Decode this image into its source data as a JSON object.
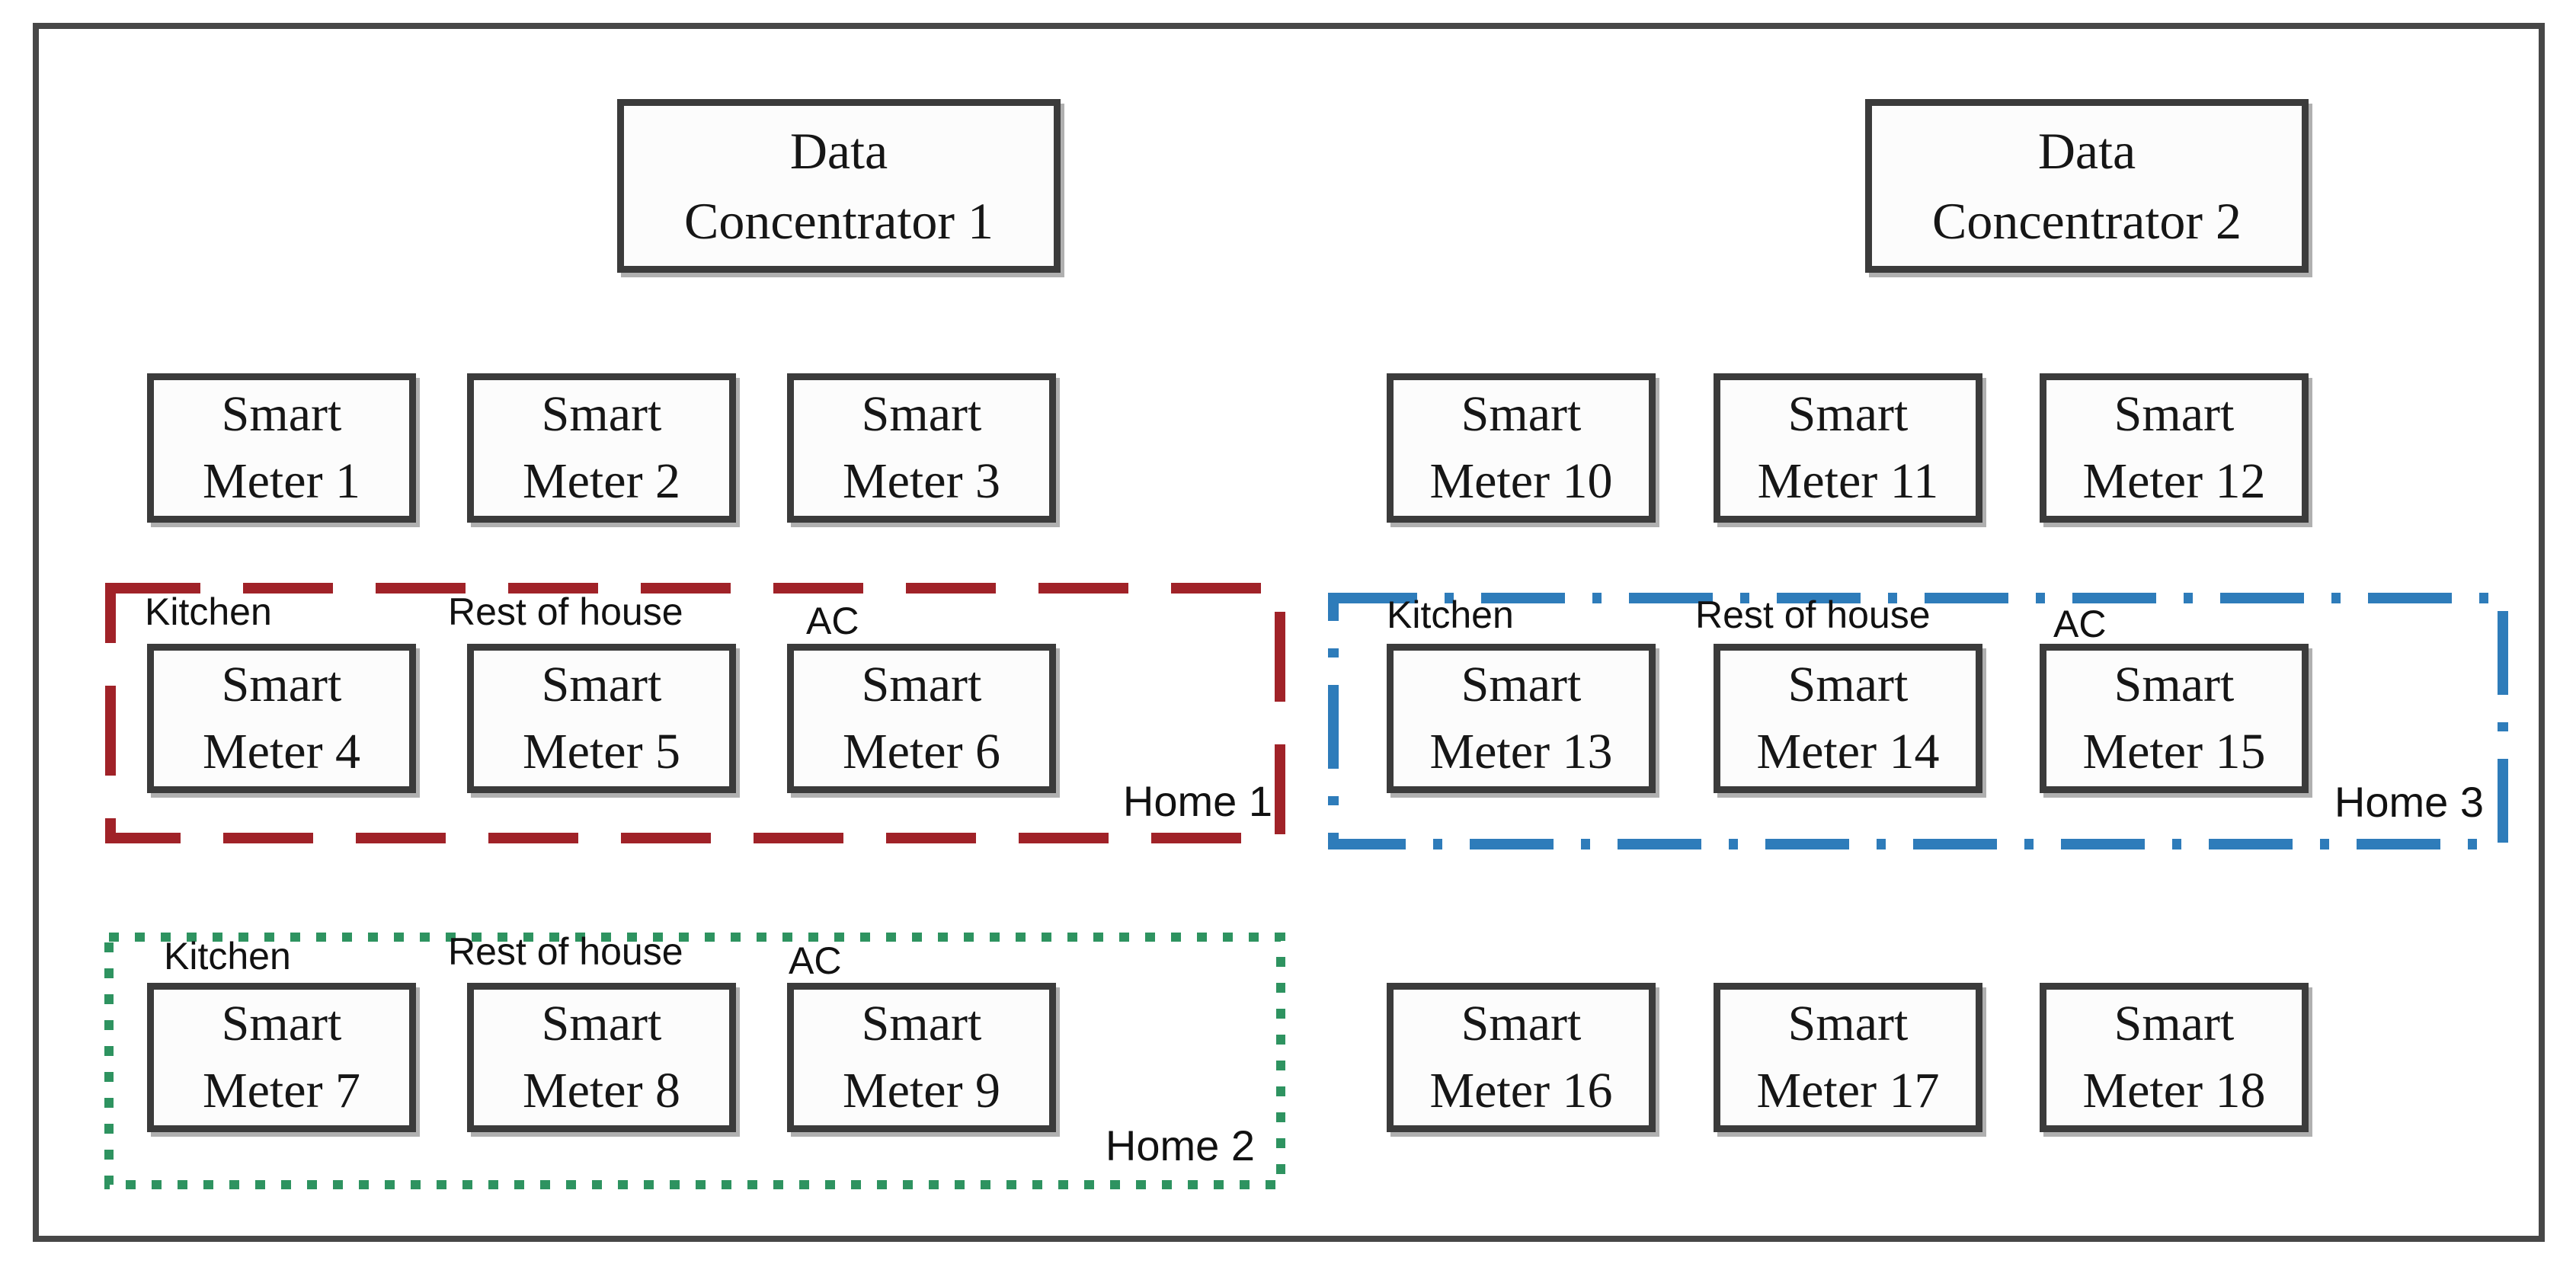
{
  "concentrators": [
    {
      "line1": "Data",
      "line2": "Concentrator 1"
    },
    {
      "line1": "Data",
      "line2": "Concentrator 2"
    }
  ],
  "meters": [
    {
      "line1": "Smart",
      "line2": "Meter 1"
    },
    {
      "line1": "Smart",
      "line2": "Meter 2"
    },
    {
      "line1": "Smart",
      "line2": "Meter 3"
    },
    {
      "line1": "Smart",
      "line2": "Meter 4"
    },
    {
      "line1": "Smart",
      "line2": "Meter 5"
    },
    {
      "line1": "Smart",
      "line2": "Meter 6"
    },
    {
      "line1": "Smart",
      "line2": "Meter 7"
    },
    {
      "line1": "Smart",
      "line2": "Meter 8"
    },
    {
      "line1": "Smart",
      "line2": "Meter 9"
    },
    {
      "line1": "Smart",
      "line2": "Meter 10"
    },
    {
      "line1": "Smart",
      "line2": "Meter 11"
    },
    {
      "line1": "Smart",
      "line2": "Meter 12"
    },
    {
      "line1": "Smart",
      "line2": "Meter 13"
    },
    {
      "line1": "Smart",
      "line2": "Meter 14"
    },
    {
      "line1": "Smart",
      "line2": "Meter 15"
    },
    {
      "line1": "Smart",
      "line2": "Meter 16"
    },
    {
      "line1": "Smart",
      "line2": "Meter 17"
    },
    {
      "line1": "Smart",
      "line2": "Meter 18"
    }
  ],
  "homes": [
    {
      "label": "Home 1",
      "color": "#a02228",
      "line_style": "dashed"
    },
    {
      "label": "Home 2",
      "color": "#2e9360",
      "line_style": "dotted"
    },
    {
      "label": "Home 3",
      "color": "#2e7cba",
      "line_style": "dash-dot"
    }
  ],
  "room_labels": [
    "Kitchen",
    "Rest of house",
    "AC"
  ]
}
